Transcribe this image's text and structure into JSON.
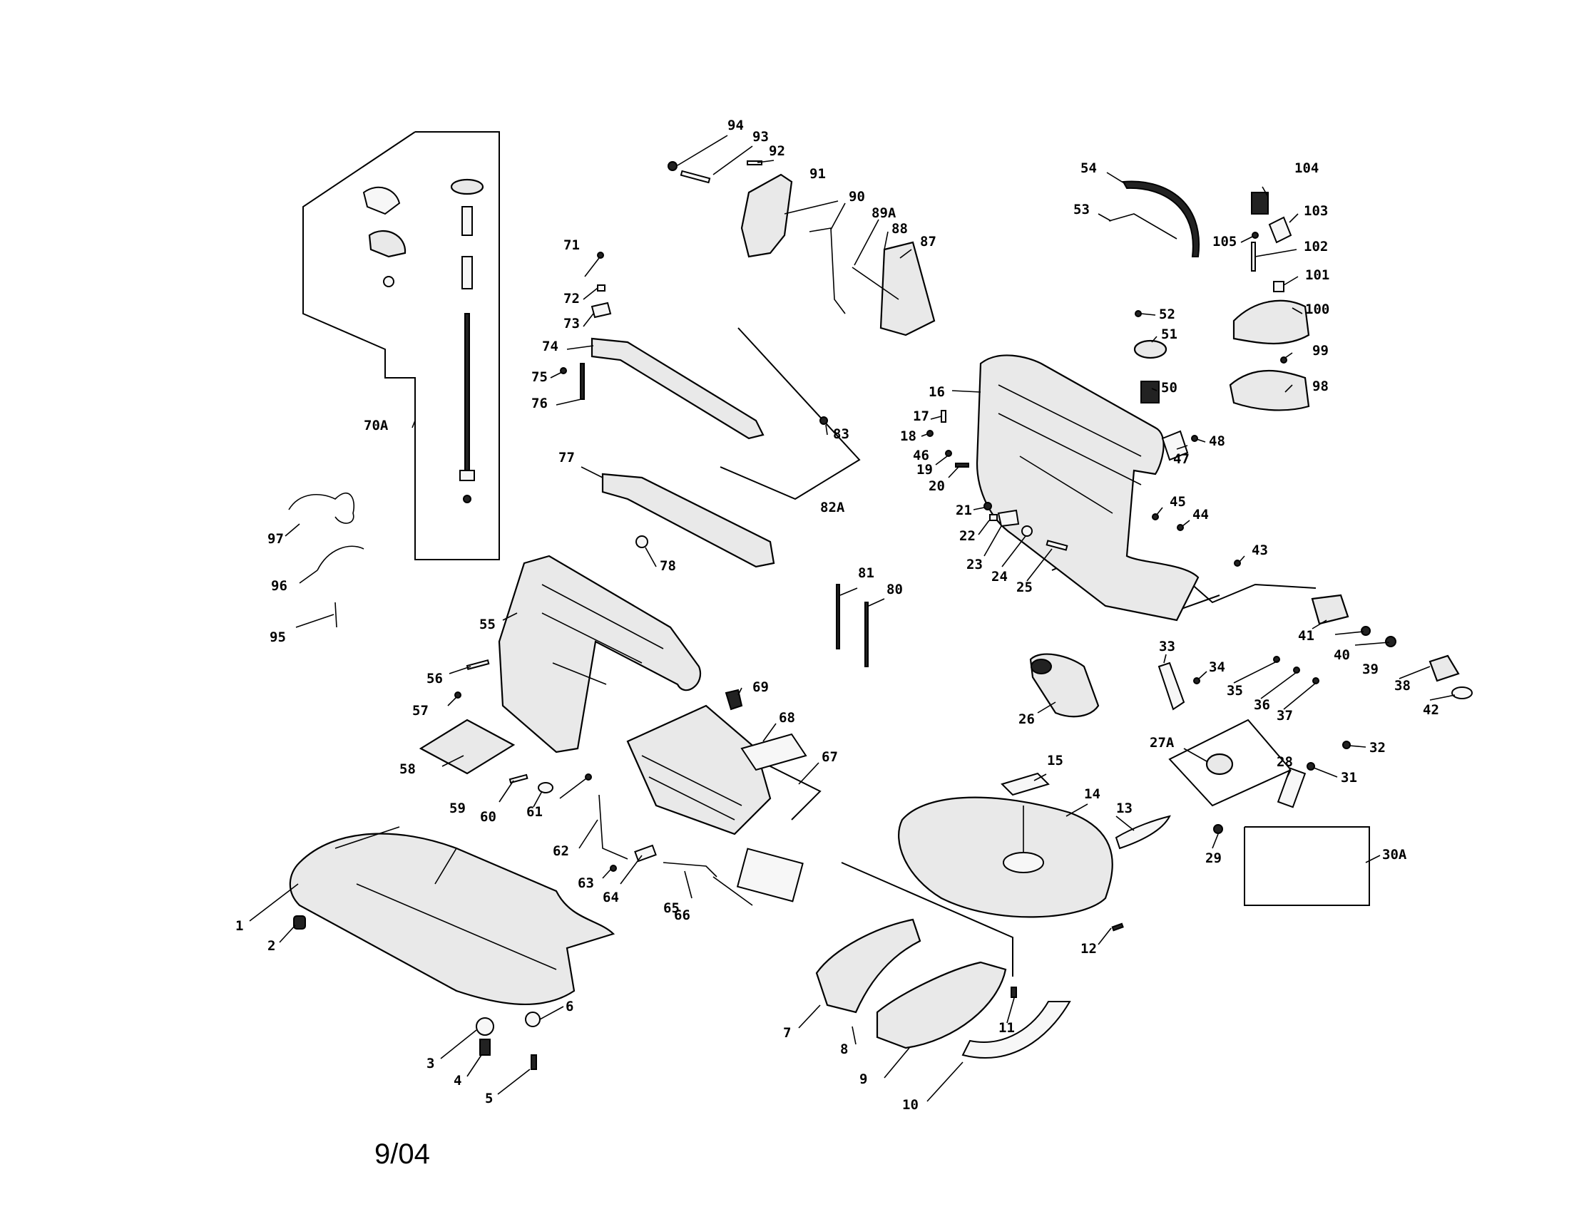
{
  "footer": {
    "date_code": "9/04"
  },
  "callouts": [
    "1",
    "2",
    "3",
    "4",
    "5",
    "6",
    "7",
    "8",
    "9",
    "10",
    "11",
    "12",
    "13",
    "14",
    "15",
    "16",
    "17",
    "18",
    "19",
    "20",
    "21",
    "22",
    "23",
    "24",
    "25",
    "26",
    "27A",
    "28",
    "29",
    "30A",
    "31",
    "32",
    "33",
    "34",
    "35",
    "36",
    "37",
    "38",
    "39",
    "40",
    "41",
    "42",
    "43",
    "44",
    "45",
    "46",
    "47",
    "48",
    "50",
    "51",
    "52",
    "53",
    "54",
    "55",
    "56",
    "57",
    "58",
    "59",
    "60",
    "61",
    "62",
    "63",
    "64",
    "65",
    "66",
    "67",
    "68",
    "69",
    "70A",
    "71",
    "72",
    "73",
    "74",
    "75",
    "76",
    "77",
    "78",
    "80",
    "81",
    "82A",
    "83",
    "87",
    "88",
    "89A",
    "90",
    "91",
    "92",
    "93",
    "94",
    "95",
    "96",
    "97",
    "98",
    "99",
    "100",
    "101",
    "102",
    "103",
    "104",
    "105"
  ]
}
